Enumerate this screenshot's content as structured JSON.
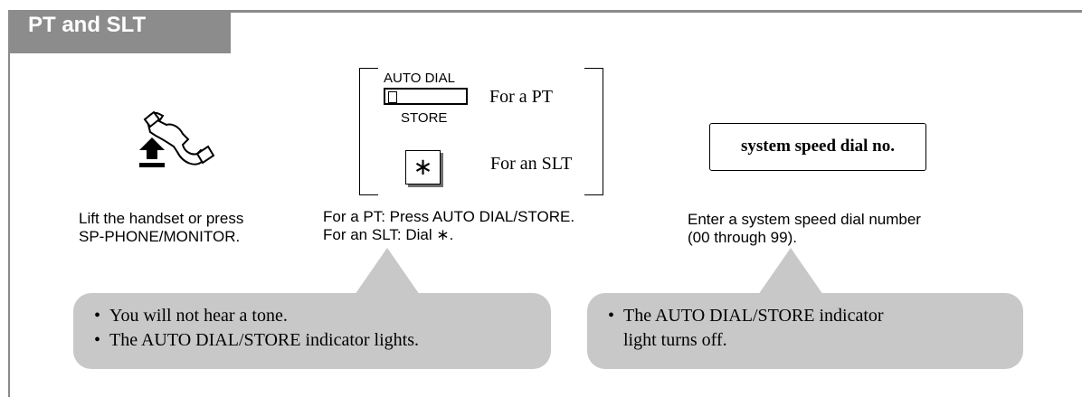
{
  "header": {
    "title": "PT and SLT"
  },
  "step1": {
    "line1": "Lift the handset or press",
    "line2": "SP-PHONE/MONITOR."
  },
  "step2": {
    "auto_dial_label": "AUTO DIAL",
    "store_label": "STORE",
    "for_pt": "For a PT",
    "star_key": "∗",
    "for_slt": "For an SLT",
    "line1": "For a PT: Press AUTO DIAL/STORE.",
    "line2": "For an SLT: Dial ∗."
  },
  "step3": {
    "box_label": "system speed dial no.",
    "line1": "Enter a system speed dial number",
    "line2": "(00 through 99)."
  },
  "notes": {
    "left": [
      "You will not hear a tone.",
      "The AUTO DIAL/STORE indicator lights."
    ],
    "right": [
      "The AUTO DIAL/STORE indicator",
      "light turns off."
    ]
  },
  "colors": {
    "header_tab": "#8c8c8c",
    "frame": "#8a8a8a",
    "note_bg": "#c8c8c8"
  }
}
